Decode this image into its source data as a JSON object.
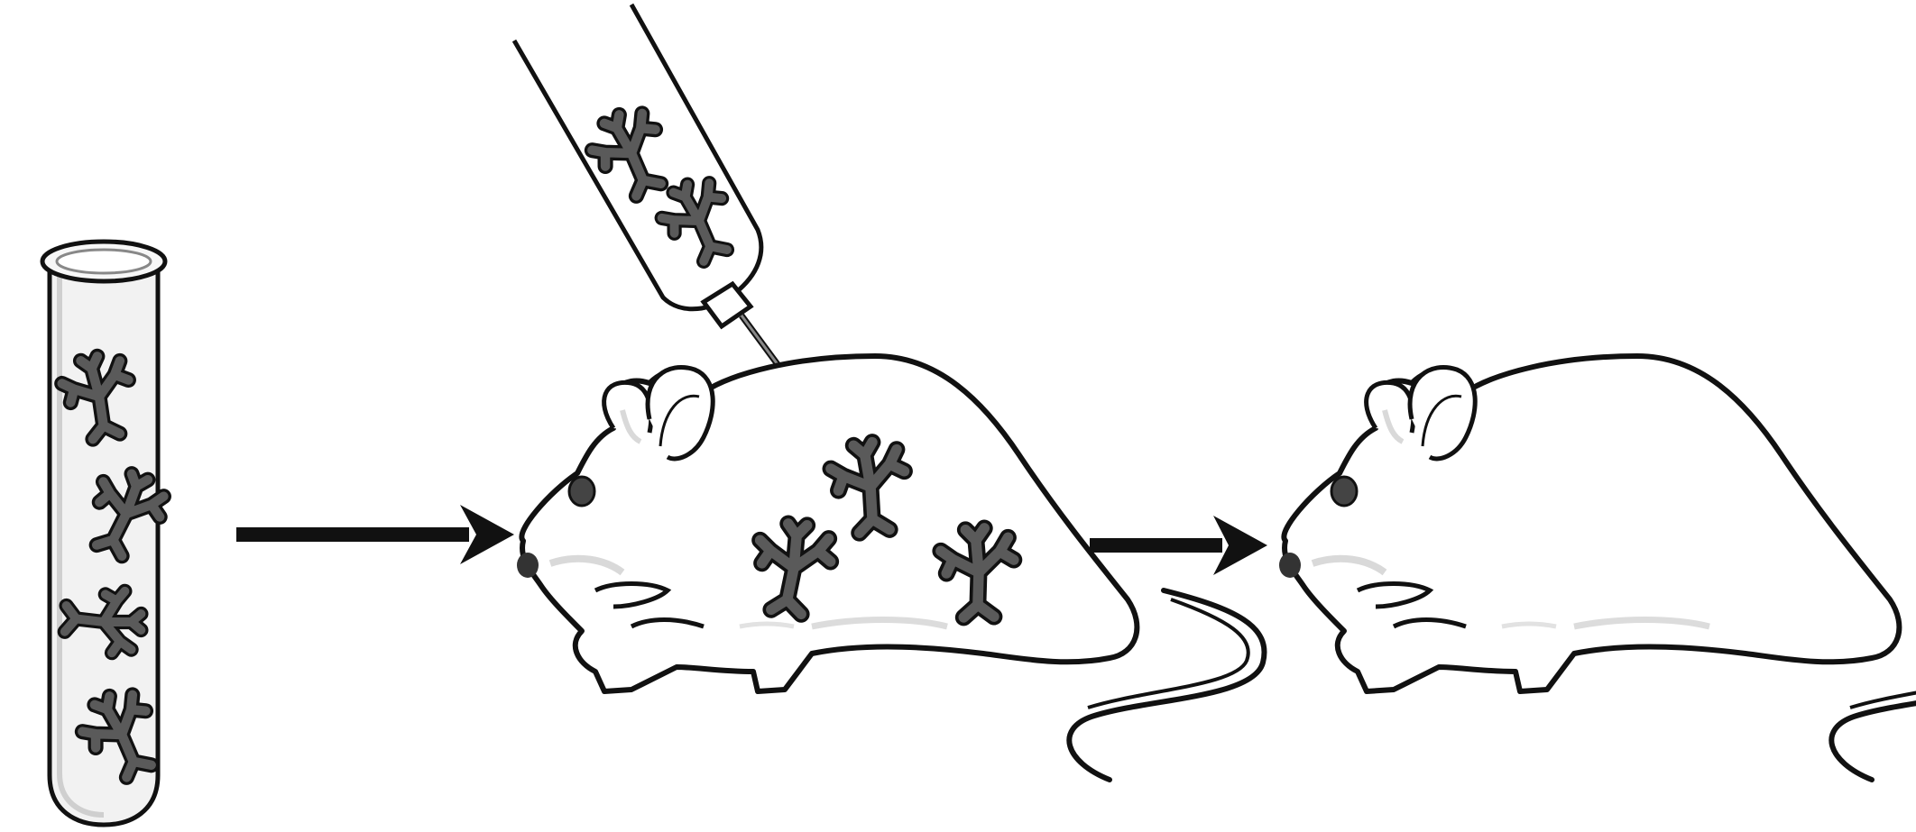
{
  "diagram": {
    "type": "process-illustration",
    "stages": [
      {
        "id": "test-tube",
        "icon": "test-tube-icon",
        "contains": "cells-icon",
        "cell_count": 4
      },
      {
        "id": "syringe",
        "icon": "syringe-icon",
        "contains": "cells-icon",
        "cell_count": 2
      },
      {
        "id": "injected-mouse",
        "icon": "mouse-icon",
        "contains": "cells-icon",
        "cell_count": 3
      },
      {
        "id": "mouse-after",
        "icon": "mouse-icon",
        "contains": null,
        "cell_count": 0
      }
    ],
    "arrows": [
      {
        "from": "test-tube",
        "to": "injected-mouse",
        "icon": "right-arrow-icon"
      },
      {
        "from": "injected-mouse",
        "to": "mouse-after",
        "icon": "right-arrow-icon"
      }
    ],
    "colors": {
      "outline": "#111111",
      "cell_fill": "#555555",
      "tube_fill": "#f2f2f2",
      "shading": "#d9d9d9",
      "background": "#ffffff"
    }
  }
}
